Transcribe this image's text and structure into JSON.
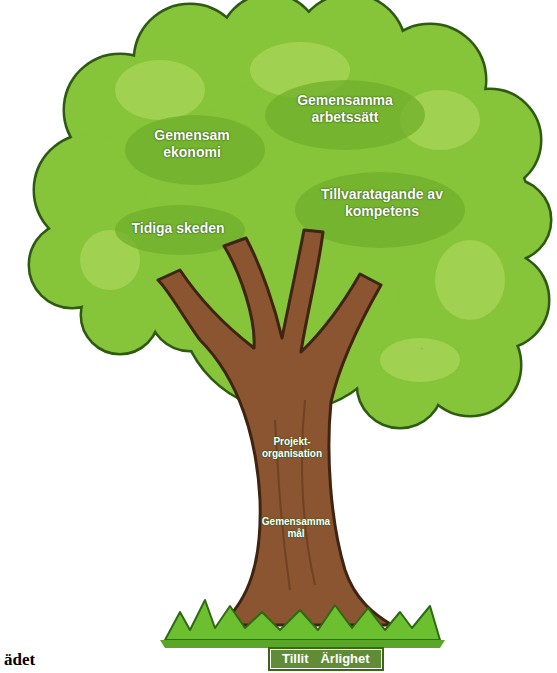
{
  "diagram": {
    "nodes": [
      {
        "text": [
          "Tillit",
          "Ärlighet"
        ]
      }
    ],
    "labels": [
      "Gemensam ekonomi",
      "Gemensamma arbetssätt",
      "Tidiga skeden",
      "Tillvaratagande av kompetens",
      "Projekt- organisation",
      "Gemensamma mål",
      "ädet"
    ]
  }
}
